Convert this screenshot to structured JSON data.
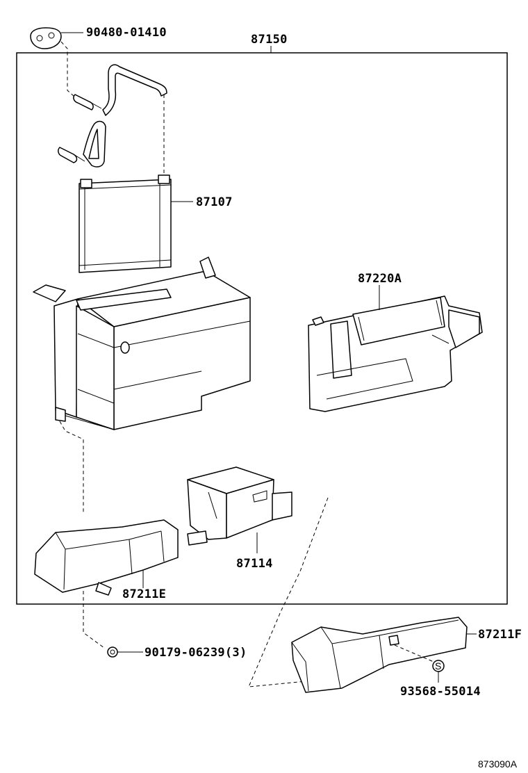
{
  "labels": {
    "assembly": "87150",
    "grommet": "90480-01410",
    "heater_core": "87107",
    "case_right": "87220A",
    "blower_duct": "87114",
    "duct_left": "87211E",
    "nut": "90179-06239(3)",
    "duct_right": "87211F",
    "screw": "93568-55014",
    "screw_mark": "S",
    "illustration_code": "873090A"
  }
}
